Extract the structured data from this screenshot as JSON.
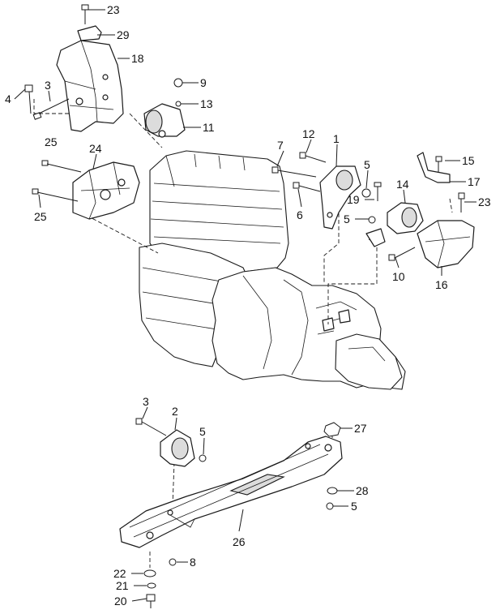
{
  "callouts": [
    {
      "id": "c23a",
      "text": "23"
    },
    {
      "id": "c29",
      "text": "29"
    },
    {
      "id": "c18",
      "text": "18"
    },
    {
      "id": "c4",
      "text": "4"
    },
    {
      "id": "c3a",
      "text": "3"
    },
    {
      "id": "c9",
      "text": "9"
    },
    {
      "id": "c13",
      "text": "13"
    },
    {
      "id": "c11",
      "text": "11"
    },
    {
      "id": "c25a",
      "text": "25"
    },
    {
      "id": "c24",
      "text": "24"
    },
    {
      "id": "c25b",
      "text": "25"
    },
    {
      "id": "c7",
      "text": "7"
    },
    {
      "id": "c12",
      "text": "12"
    },
    {
      "id": "c1",
      "text": "1"
    },
    {
      "id": "c5a",
      "text": "5"
    },
    {
      "id": "c15",
      "text": "15"
    },
    {
      "id": "c17",
      "text": "17"
    },
    {
      "id": "c19",
      "text": "19"
    },
    {
      "id": "c14",
      "text": "14"
    },
    {
      "id": "c23b",
      "text": "23"
    },
    {
      "id": "c6",
      "text": "6"
    },
    {
      "id": "c5b",
      "text": "5"
    },
    {
      "id": "c10",
      "text": "10"
    },
    {
      "id": "c16",
      "text": "16"
    },
    {
      "id": "c3b",
      "text": "3"
    },
    {
      "id": "c2",
      "text": "2"
    },
    {
      "id": "c5c",
      "text": "5"
    },
    {
      "id": "c27",
      "text": "27"
    },
    {
      "id": "c28",
      "text": "28"
    },
    {
      "id": "c5d",
      "text": "5"
    },
    {
      "id": "c26",
      "text": "26"
    },
    {
      "id": "c22",
      "text": "22"
    },
    {
      "id": "c8",
      "text": "8"
    },
    {
      "id": "c21",
      "text": "21"
    },
    {
      "id": "c20",
      "text": "20"
    }
  ]
}
